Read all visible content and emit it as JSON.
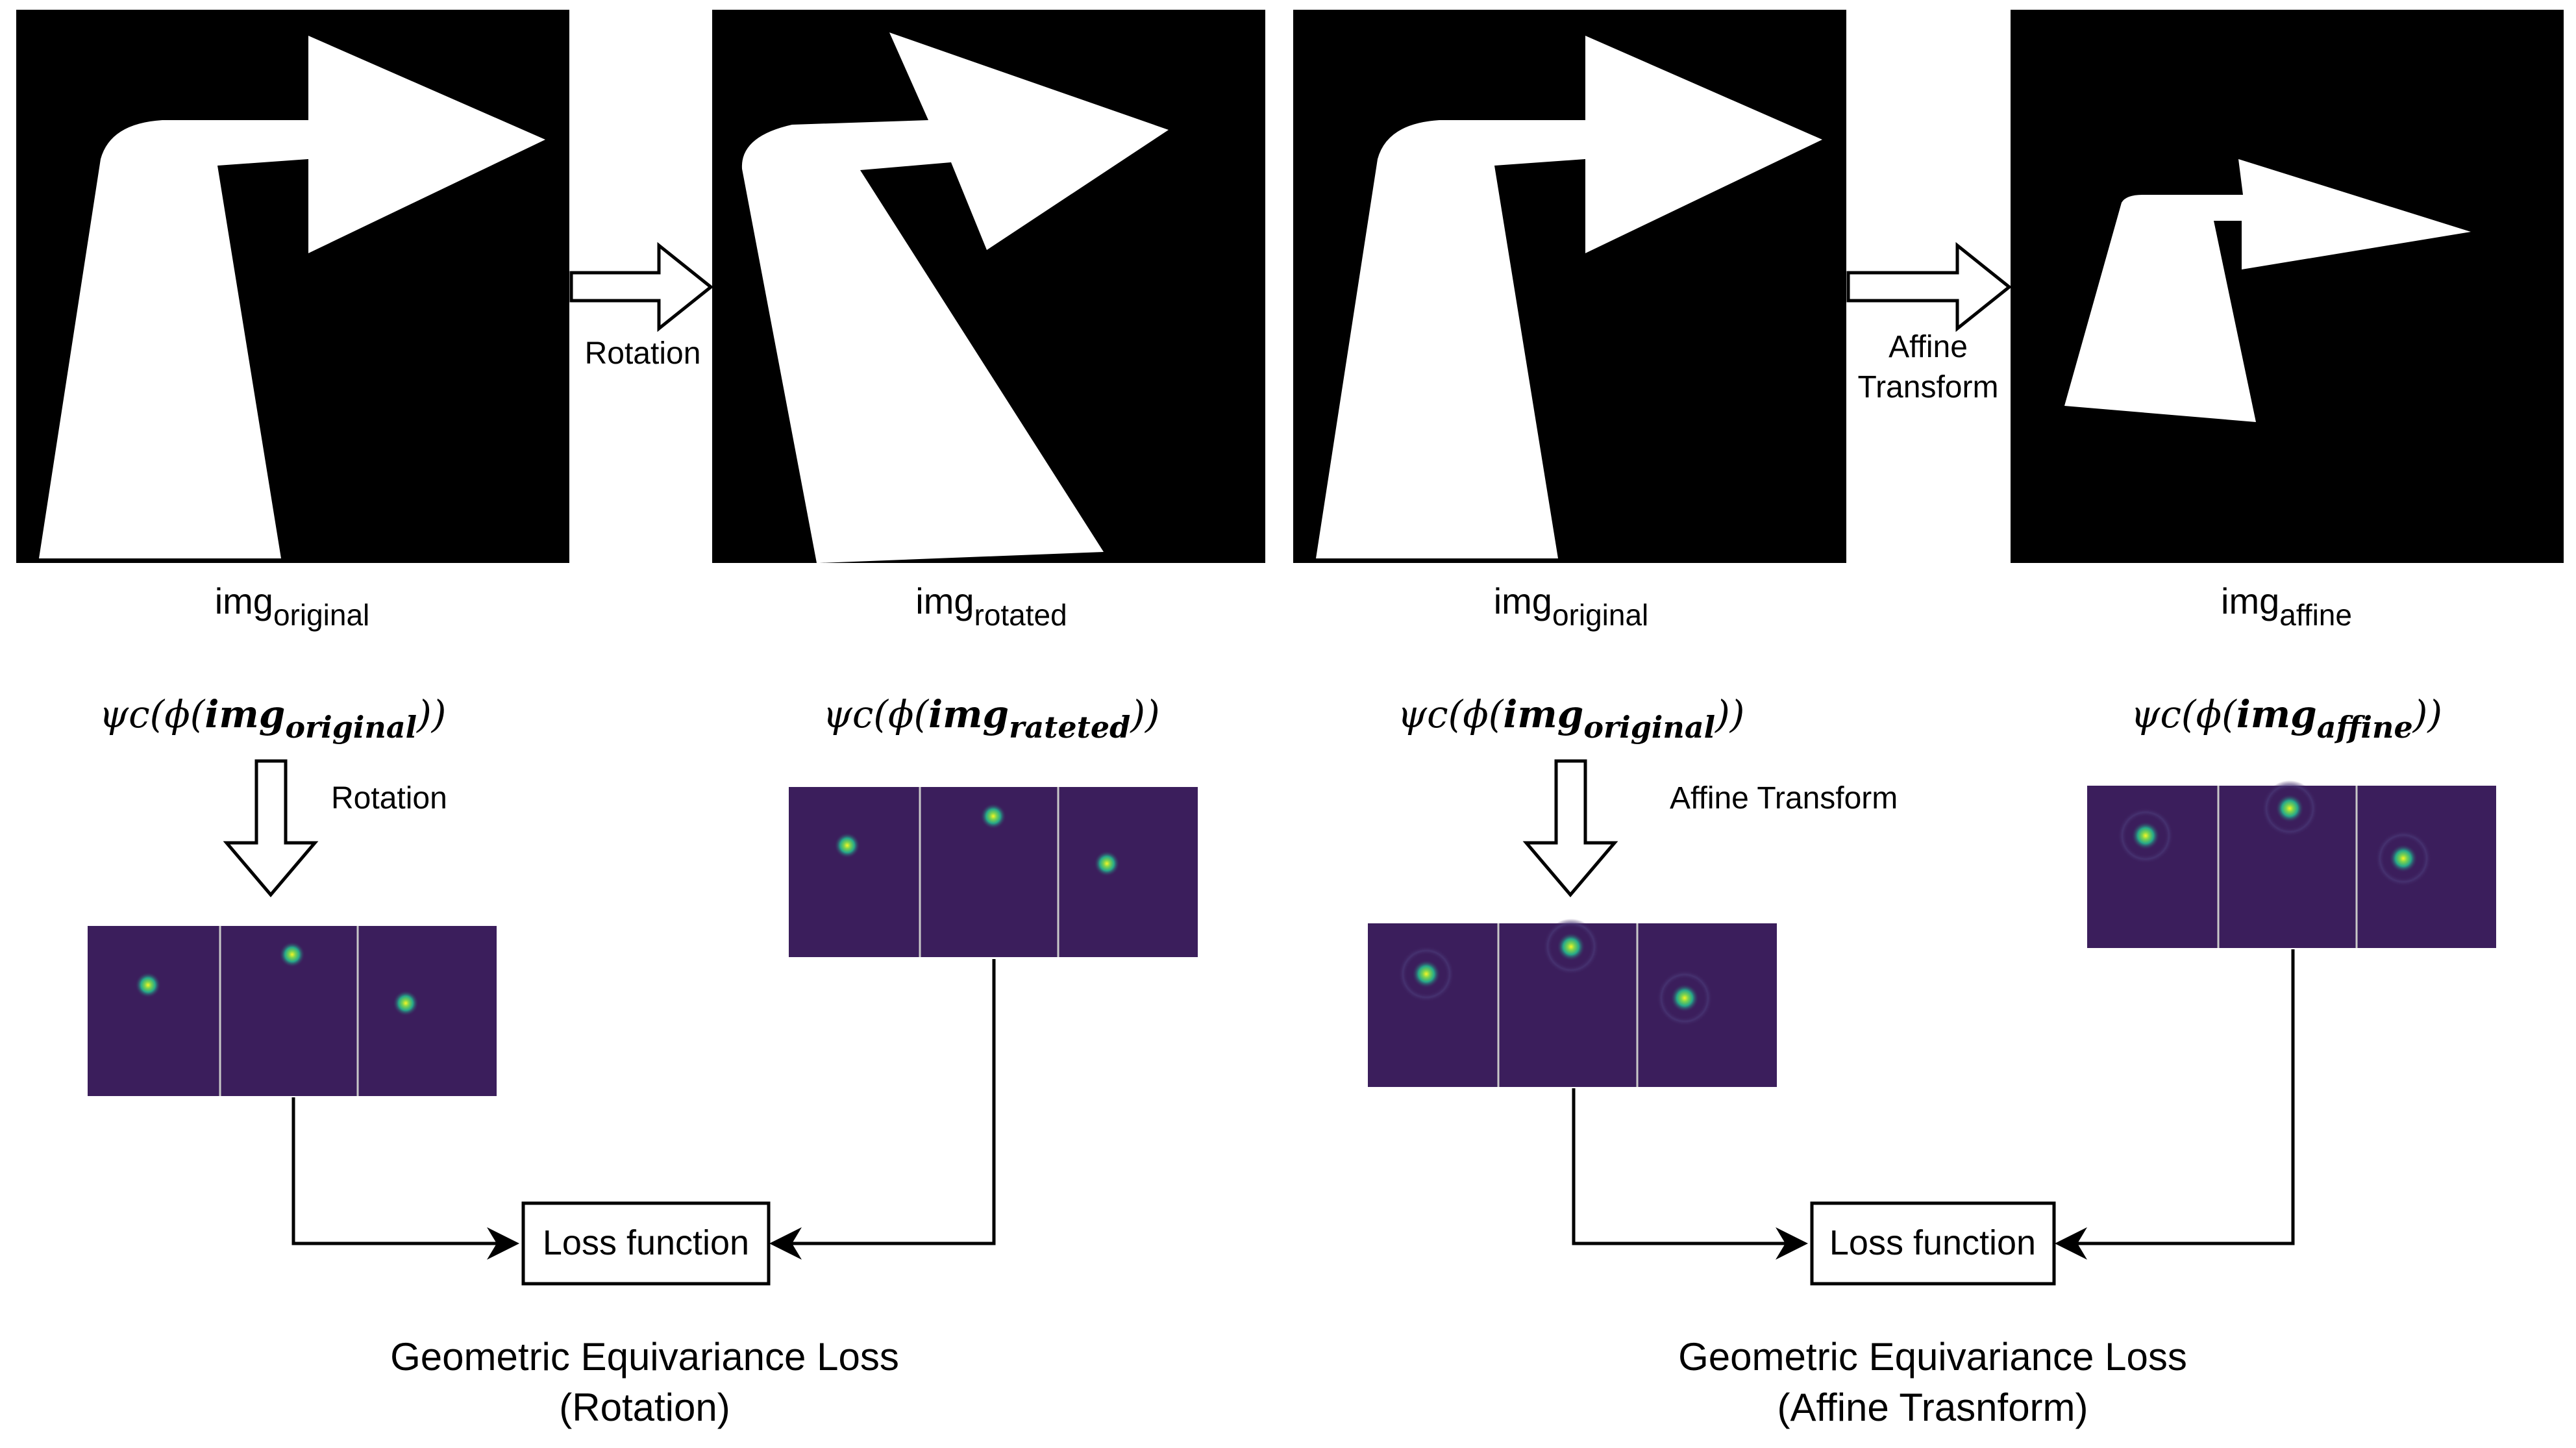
{
  "images": {
    "original_1": {
      "label_base": "img",
      "label_sub": "original"
    },
    "rotated": {
      "label_base": "img",
      "label_sub": "rotated"
    },
    "original_2": {
      "label_base": "img",
      "label_sub": "original"
    },
    "affine": {
      "label_base": "img",
      "label_sub": "affine"
    }
  },
  "transforms": {
    "rotation_top": "Rotation",
    "affine_top_line1": "Affine",
    "affine_top_line2": "Transform",
    "rotation_down": "Rotation",
    "affine_down": "Affine Transform"
  },
  "formulas": {
    "prefix": "ψc(ϕ(",
    "suffix": "))",
    "base": "img",
    "f1_sub": "original",
    "f2_sub": "rateted",
    "f3_sub": "original",
    "f4_sub": "affine"
  },
  "heatmap_colors": {
    "background": "#3b1e5c",
    "blob_center": "#f0f01e",
    "blob_mid": "#2fbf8f",
    "divider": "#c8c8c8"
  },
  "loss": {
    "left": "Loss function",
    "right": "Loss function"
  },
  "captions": {
    "left_line1": "Geometric Equivariance Loss",
    "left_line2": "(Rotation)",
    "right_line1": "Geometric Equivariance Loss",
    "right_line2": "(Affine Trasnform)"
  }
}
